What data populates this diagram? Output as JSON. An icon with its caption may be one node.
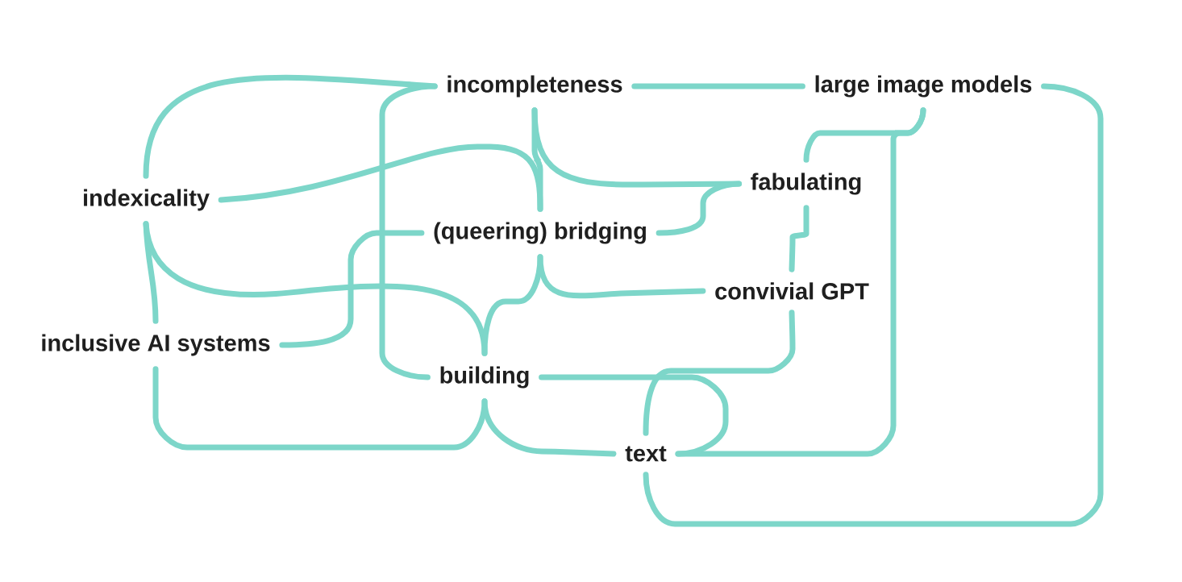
{
  "diagram": {
    "nodes": [
      {
        "text": [
          "incompleteness"
        ]
      },
      {
        "text": [
          "large image models"
        ]
      },
      {
        "text": [
          "indexicality"
        ]
      },
      {
        "text": [
          "fabulating"
        ]
      },
      {
        "text": [
          "(queering) bridging"
        ]
      },
      {
        "text": [
          "convivial GPT"
        ]
      },
      {
        "text": [
          "inclusive AI systems"
        ]
      },
      {
        "text": [
          "building"
        ]
      },
      {
        "text": [
          "text"
        ]
      }
    ],
    "edges": [
      {
        "from": 0,
        "to": 2,
        "arrow": "none"
      },
      {
        "from": 0,
        "to": 7,
        "arrow": "none"
      },
      {
        "from": 0,
        "to": 1,
        "arrow": "none"
      },
      {
        "from": 0,
        "to": 3,
        "arrow": "none"
      },
      {
        "from": 0,
        "to": 4,
        "arrow": "none"
      },
      {
        "from": 2,
        "to": 4,
        "arrow": "none"
      },
      {
        "from": 4,
        "to": 3,
        "arrow": "none"
      },
      {
        "from": 4,
        "to": 6,
        "arrow": "none"
      },
      {
        "from": 2,
        "to": 6,
        "arrow": "none"
      },
      {
        "from": 2,
        "to": 7,
        "arrow": "none"
      },
      {
        "from": 4,
        "to": 7,
        "arrow": "none"
      },
      {
        "from": 4,
        "to": 5,
        "arrow": "none"
      },
      {
        "from": 3,
        "to": 5,
        "arrow": "none"
      },
      {
        "from": 1,
        "to": 3,
        "arrow": "none"
      },
      {
        "from": 1,
        "to": 8,
        "arrow": "none"
      },
      {
        "from": 1,
        "to": 8,
        "arrow": "none"
      },
      {
        "from": 5,
        "to": 8,
        "arrow": "none"
      },
      {
        "from": 7,
        "to": 8,
        "arrow": "none"
      },
      {
        "from": 6,
        "to": 7,
        "arrow": "none"
      },
      {
        "from": 7,
        "to": 8,
        "arrow": "none"
      }
    ]
  }
}
